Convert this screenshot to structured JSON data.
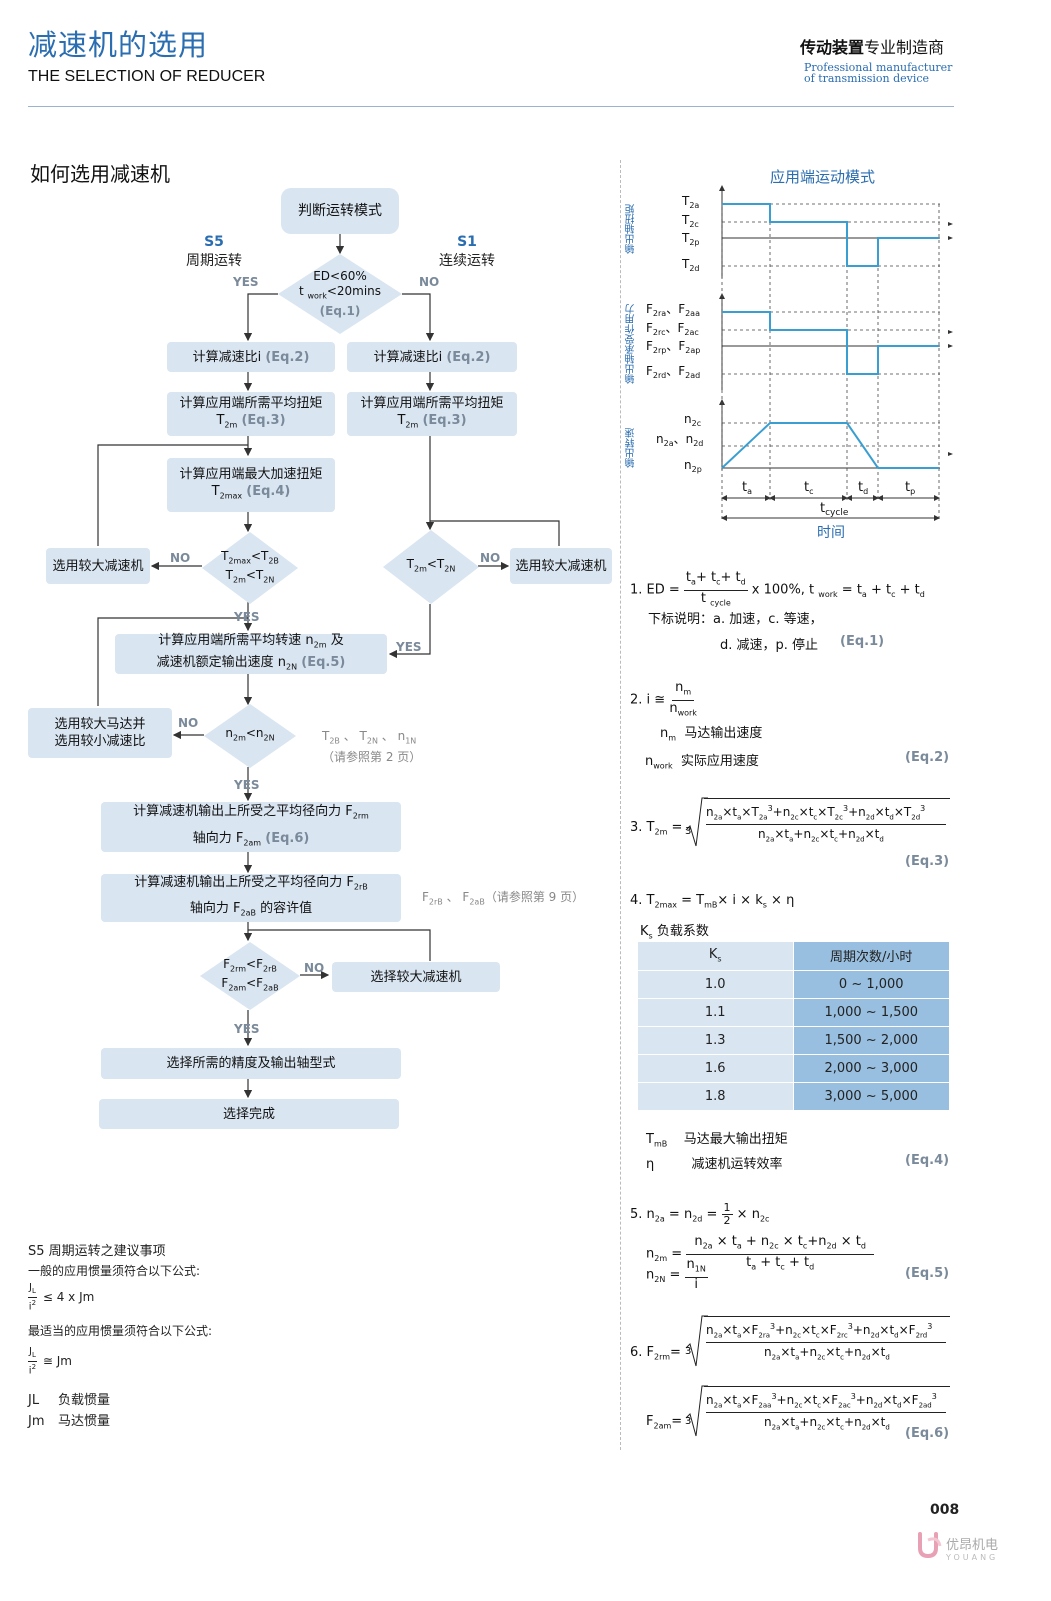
{
  "header": {
    "title": "减速机的选用",
    "subtitle": "THE SELECTION OF REDUCER",
    "brand_bold": "传动装置",
    "brand_rest": "专业制造商",
    "brand_en1": "Professional manufacturer",
    "brand_en2": "of transmission device"
  },
  "section_title": "如何选用减速机",
  "flow": {
    "start": "判断运转模式",
    "s5_code": "S5",
    "s5_name": "周期运转",
    "s1_code": "S1",
    "s1_name": "连续运转",
    "yes": "YES",
    "no": "NO",
    "d1_l1": "ED<60%",
    "d1_l2": "t work<20mins",
    "d1_eq": "(Eq.1)",
    "calc_i": "计算减速比i",
    "eq2": "(Eq.2)",
    "calc_t2m": "计算应用端所需平均扭矩",
    "t2m": "T2m",
    "eq3": "(Eq.3)",
    "calc_t2max": "计算应用端最大加速扭矩",
    "t2max": "T2max",
    "eq4": "(Eq.4)",
    "d2_l1": "T2max<T2B",
    "d2_l2": "T2m<T2N",
    "d3": "T2m<T2N",
    "bigger_reducer": "选用较大减速机",
    "calc_n2m_l1": "计算应用端所需平均转速 n2m 及",
    "calc_n2m_l2": "减速机额定输出速度 n2N",
    "eq5": "(Eq.5)",
    "d4": "n2m<n2N",
    "motor_l1": "选用较大马达并",
    "motor_l2": "选用较小减速比",
    "note1_l1": "T2B 、 T2N 、 n1N",
    "note1_l2": "（请参照第 2 页）",
    "calc_f2rm_l1": "计算减速机输出上所受之平均径向力 F2rm",
    "calc_f2rm_l2": "轴向力 F2am",
    "eq6": "(Eq.6)",
    "calc_f2rb_l1": "计算减速机输出上所受之平均径向力 F2rB",
    "calc_f2rb_l2": "轴向力 F2aB 的容许值",
    "note2": "F2rB 、 F2aB（请参照第 9 页）",
    "d5_l1": "F2rm<F2rB",
    "d5_l2": "F2am<F2aB",
    "select_bigger": "选择较大减速机",
    "precision": "选择所需的精度及输出轴型式",
    "done": "选择完成"
  },
  "s5_note": {
    "title": "S5 周期运转之建议事项",
    "line1": "一般的应用惯量须符合以下公式:",
    "f1": "≤ 4 x Jm",
    "line2": "最适当的应用惯量须符合以下公式:",
    "f2": "≅ Jm",
    "jl": "JL",
    "jl_txt": "负载惯量",
    "jm": "Jm",
    "jm_txt": "马达惯量"
  },
  "motion": {
    "title": "应用端运动模式",
    "y1": "输出轴扭矩",
    "y2": "输出轴承受作用力",
    "y3": "输出转速",
    "xlabel": "时间",
    "t_cycle": "tcycle"
  },
  "formulas": {
    "f1_desc1": "下标说明：a. 加速，c. 等速，",
    "f1_desc2": "d. 减速，p. 停止",
    "eq1": "(Eq.1)",
    "nm_txt": "马达输出速度",
    "nwork_txt": "实际应用速度",
    "eq2": "(Eq.2)",
    "eq3": "(Eq.3)",
    "ks_txt": "负载系数",
    "tmb_txt": "马达最大输出扭矩",
    "eta_txt": "减速机运转效率",
    "eq4": "(Eq.4)",
    "eq5": "(Eq.5)",
    "eq6": "(Eq.6)"
  },
  "ks_table": {
    "h1": "Ks",
    "h2": "周期次数/小时",
    "rows": [
      [
        "1.0",
        "0 ~ 1,000"
      ],
      [
        "1.1",
        "1,000 ~ 1,500"
      ],
      [
        "1.3",
        "1,500 ~ 2,000"
      ],
      [
        "1.6",
        "2,000 ~ 3,000"
      ],
      [
        "1.8",
        "3,000 ~ 5,000"
      ]
    ]
  },
  "page_number": "008",
  "logo": {
    "cn": "优昂机电",
    "en": "YOUANG"
  }
}
